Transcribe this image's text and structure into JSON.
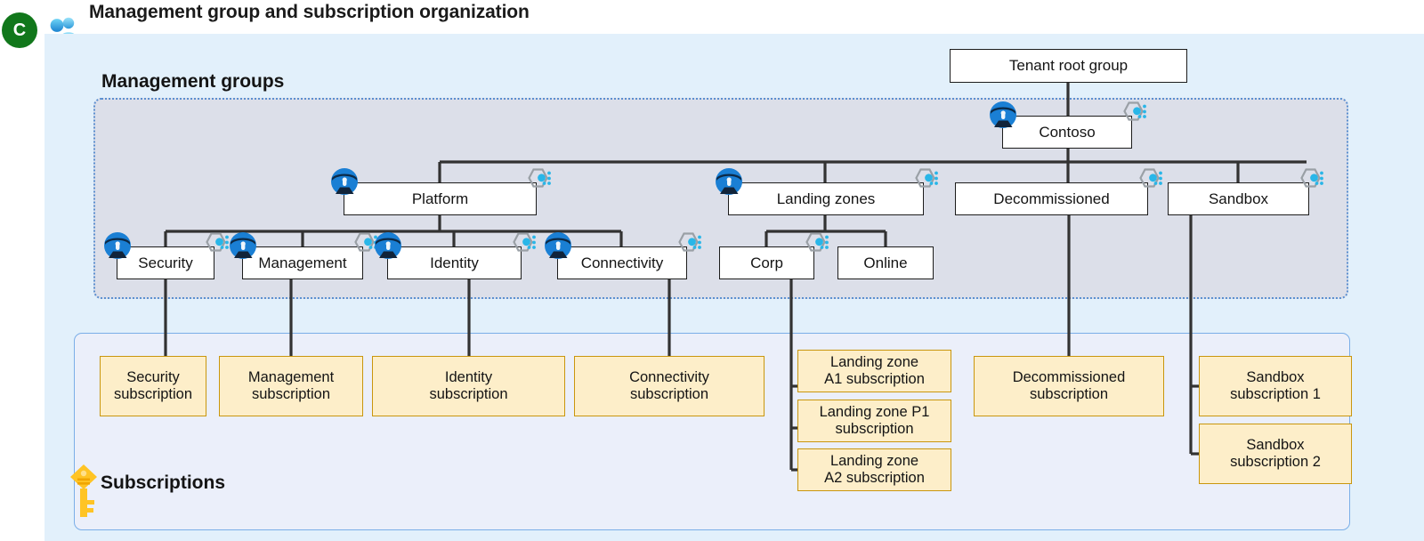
{
  "header": {
    "title": "Management group and subscription organization",
    "badge_letter": "C",
    "badge_color": "#11771b",
    "people_icon": "people-icon"
  },
  "panels": {
    "management_groups": {
      "label": "Management groups",
      "fill": "#dcdfe9",
      "border": "#5b8fd0"
    },
    "subscriptions": {
      "label": "Subscriptions",
      "fill": "#ebeffa",
      "border": "#7aaee8",
      "key_icon": "key-icon"
    },
    "canvas_fill": "#e2f0fb"
  },
  "colors": {
    "mg_box_fill": "#ffffff",
    "mg_box_border": "#1c1c1c",
    "sub_box_fill": "#fdeec9",
    "sub_box_border": "#c9960d",
    "connector": "#323232",
    "hex_outline": "#9aa0a6",
    "hex_dot": "#29b6e8",
    "policy_blue": "#1a7fd4"
  },
  "management_groups": [
    {
      "id": "tenant-root-group",
      "label": "Tenant root group",
      "policy_icon": false,
      "hex_icon": false
    },
    {
      "id": "contoso",
      "label": "Contoso",
      "policy_icon": true,
      "hex_icon": true
    },
    {
      "id": "platform",
      "label": "Platform",
      "policy_icon": true,
      "hex_icon": true
    },
    {
      "id": "landing-zones",
      "label": "Landing zones",
      "policy_icon": true,
      "hex_icon": true
    },
    {
      "id": "decommissioned",
      "label": "Decommissioned",
      "policy_icon": false,
      "hex_icon": true
    },
    {
      "id": "sandbox",
      "label": "Sandbox",
      "policy_icon": false,
      "hex_icon": true
    },
    {
      "id": "security",
      "label": "Security",
      "policy_icon": true,
      "hex_icon": true
    },
    {
      "id": "management",
      "label": "Management",
      "policy_icon": true,
      "hex_icon": true
    },
    {
      "id": "identity",
      "label": "Identity",
      "policy_icon": true,
      "hex_icon": true
    },
    {
      "id": "connectivity",
      "label": "Connectivity",
      "policy_icon": true,
      "hex_icon": true
    },
    {
      "id": "corp",
      "label": "Corp",
      "policy_icon": false,
      "hex_icon": true
    },
    {
      "id": "online",
      "label": "Online",
      "policy_icon": false,
      "hex_icon": false
    }
  ],
  "subscriptions": [
    {
      "id": "security-subscription",
      "line1": "Security",
      "line2": "subscription"
    },
    {
      "id": "management-subscription",
      "line1": "Management",
      "line2": "subscription"
    },
    {
      "id": "identity-subscription",
      "line1": "Identity",
      "line2": "subscription"
    },
    {
      "id": "connectivity-subscription",
      "line1": "Connectivity",
      "line2": "subscription"
    },
    {
      "id": "landing-zone-a1-subscription",
      "line1": "Landing zone",
      "line2": "A1 subscription"
    },
    {
      "id": "landing-zone-p1-subscription",
      "line1": "Landing zone P1",
      "line2": "subscription"
    },
    {
      "id": "landing-zone-a2-subscription",
      "line1": "Landing zone",
      "line2": "A2 subscription"
    },
    {
      "id": "decommissioned-subscription",
      "line1": "Decommissioned",
      "line2": "subscription"
    },
    {
      "id": "sandbox-subscription-1",
      "line1": "Sandbox",
      "line2": "subscription 1"
    },
    {
      "id": "sandbox-subscription-2",
      "line1": "Sandbox",
      "line2": "subscription 2"
    }
  ],
  "hierarchy": {
    "tenant-root-group": [
      "contoso"
    ],
    "contoso": [
      "platform",
      "landing-zones",
      "decommissioned",
      "sandbox"
    ],
    "platform": [
      "security",
      "management",
      "identity",
      "connectivity"
    ],
    "landing-zones": [
      "corp",
      "online"
    ],
    "security": [
      "security-subscription"
    ],
    "management": [
      "management-subscription"
    ],
    "identity": [
      "identity-subscription"
    ],
    "connectivity": [
      "connectivity-subscription"
    ],
    "corp": [
      "landing-zone-a1-subscription",
      "landing-zone-p1-subscription",
      "landing-zone-a2-subscription"
    ],
    "decommissioned": [
      "decommissioned-subscription"
    ],
    "sandbox": [
      "sandbox-subscription-1",
      "sandbox-subscription-2"
    ]
  }
}
